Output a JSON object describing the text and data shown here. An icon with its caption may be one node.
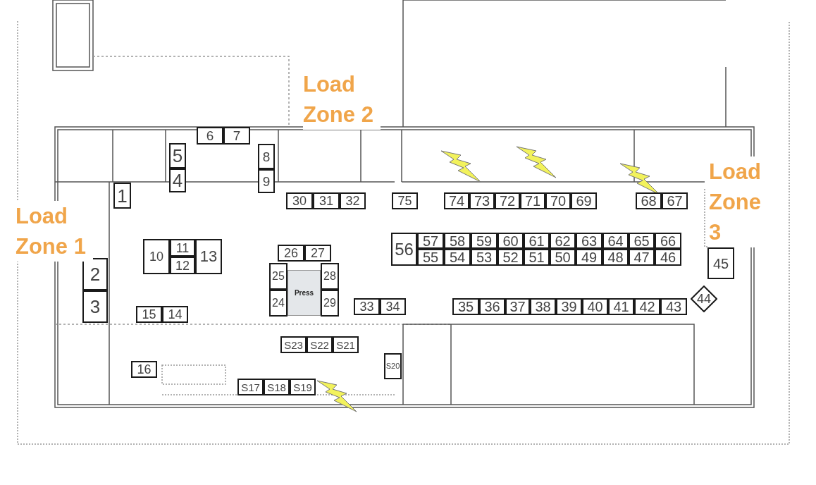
{
  "diagram": {
    "nodes": [
      {
        "text": [
          "6"
        ]
      },
      {
        "text": [
          "7"
        ]
      },
      {
        "text": [
          "5"
        ]
      },
      {
        "text": [
          "8"
        ]
      },
      {
        "text": [
          "4"
        ]
      },
      {
        "text": [
          "9"
        ]
      },
      {
        "text": [
          "1"
        ]
      },
      {
        "text": [
          "30"
        ]
      },
      {
        "text": [
          "31"
        ]
      },
      {
        "text": [
          "32"
        ]
      },
      {
        "text": [
          "75"
        ]
      },
      {
        "text": [
          "74"
        ]
      },
      {
        "text": [
          "73"
        ]
      },
      {
        "text": [
          "72"
        ]
      },
      {
        "text": [
          "71"
        ]
      },
      {
        "text": [
          "70"
        ]
      },
      {
        "text": [
          "69"
        ]
      },
      {
        "text": [
          "68"
        ]
      },
      {
        "text": [
          "67"
        ]
      },
      {
        "text": [
          "56"
        ]
      },
      {
        "text": [
          "57"
        ]
      },
      {
        "text": [
          "58"
        ]
      },
      {
        "text": [
          "59"
        ]
      },
      {
        "text": [
          "60"
        ]
      },
      {
        "text": [
          "61"
        ]
      },
      {
        "text": [
          "62"
        ]
      },
      {
        "text": [
          "63"
        ]
      },
      {
        "text": [
          "64"
        ]
      },
      {
        "text": [
          "65"
        ]
      },
      {
        "text": [
          "66"
        ]
      },
      {
        "text": [
          "55"
        ]
      },
      {
        "text": [
          "54"
        ]
      },
      {
        "text": [
          "53"
        ]
      },
      {
        "text": [
          "52"
        ]
      },
      {
        "text": [
          "51"
        ]
      },
      {
        "text": [
          "50"
        ]
      },
      {
        "text": [
          "49"
        ]
      },
      {
        "text": [
          "48"
        ]
      },
      {
        "text": [
          "47"
        ]
      },
      {
        "text": [
          "46"
        ]
      },
      {
        "text": [
          "10"
        ]
      },
      {
        "text": [
          "11"
        ]
      },
      {
        "text": [
          "12"
        ]
      },
      {
        "text": [
          "13"
        ]
      },
      {
        "text": [
          "45"
        ]
      },
      {
        "text": [
          "26"
        ]
      },
      {
        "text": [
          "27"
        ]
      },
      {
        "text": [
          "2"
        ]
      },
      {
        "text": [
          "25"
        ]
      },
      {
        "text": [
          "Press"
        ]
      },
      {
        "text": [
          "28"
        ]
      },
      {
        "text": [
          "24"
        ]
      },
      {
        "text": [
          "29"
        ]
      },
      {
        "text": [
          "3"
        ]
      },
      {
        "text": [
          "44"
        ]
      },
      {
        "text": [
          "33"
        ]
      },
      {
        "text": [
          "34"
        ]
      },
      {
        "text": [
          "35"
        ]
      },
      {
        "text": [
          "36"
        ]
      },
      {
        "text": [
          "37"
        ]
      },
      {
        "text": [
          "38"
        ]
      },
      {
        "text": [
          "39"
        ]
      },
      {
        "text": [
          "40"
        ]
      },
      {
        "text": [
          "41"
        ]
      },
      {
        "text": [
          "42"
        ]
      },
      {
        "text": [
          "43"
        ]
      },
      {
        "text": [
          "15"
        ]
      },
      {
        "text": [
          "14"
        ]
      },
      {
        "text": [
          "S23"
        ]
      },
      {
        "text": [
          "S22"
        ]
      },
      {
        "text": [
          "S21"
        ]
      },
      {
        "text": [
          "S20"
        ]
      },
      {
        "text": [
          "16"
        ]
      },
      {
        "text": [
          "S17"
        ]
      },
      {
        "text": [
          "S18"
        ]
      },
      {
        "text": [
          "S19"
        ]
      }
    ],
    "labels": [
      "Load Zone 2",
      "Load Zone 1",
      "Load Zone 3"
    ]
  }
}
